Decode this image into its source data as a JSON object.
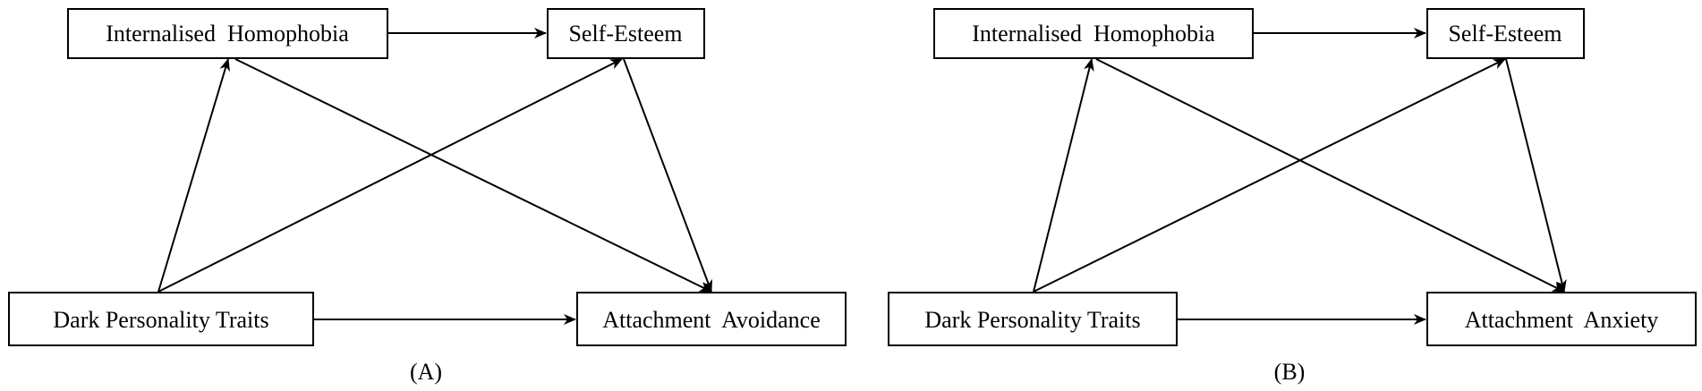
{
  "panels": [
    {
      "label": "(A)",
      "nodes": {
        "homophobia": "Internalised  Homophobia",
        "self_esteem": "Self-Esteem",
        "dark_traits": "Dark Personality Traits",
        "outcome": "Attachment  Avoidance"
      }
    },
    {
      "label": "(B)",
      "nodes": {
        "homophobia": "Internalised  Homophobia",
        "self_esteem": "Self-Esteem",
        "dark_traits": "Dark Personality Traits",
        "outcome": "Attachment  Anxiety"
      }
    }
  ],
  "edges": [
    {
      "from": "homophobia",
      "to": "self_esteem"
    },
    {
      "from": "dark_traits",
      "to": "homophobia"
    },
    {
      "from": "dark_traits",
      "to": "self_esteem"
    },
    {
      "from": "homophobia",
      "to": "outcome"
    },
    {
      "from": "self_esteem",
      "to": "outcome"
    },
    {
      "from": "dark_traits",
      "to": "outcome"
    }
  ]
}
